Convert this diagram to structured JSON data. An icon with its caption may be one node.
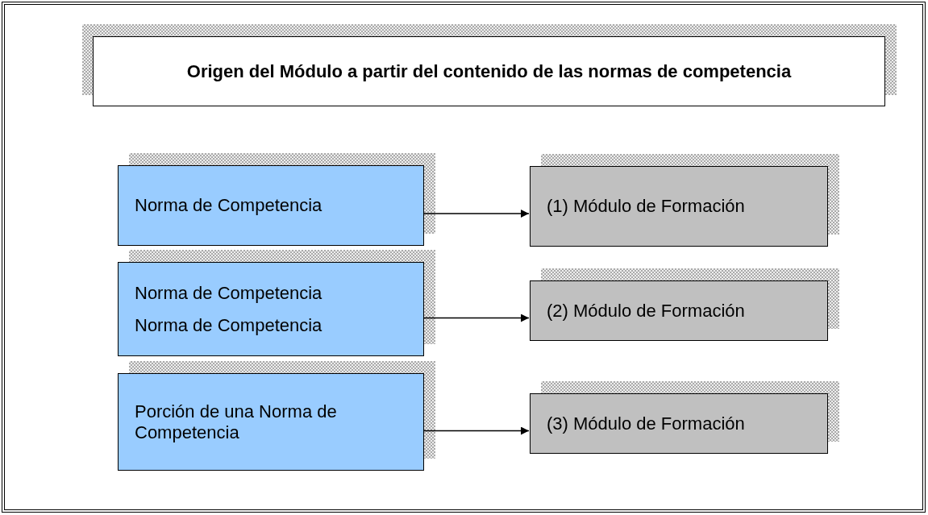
{
  "diagram": {
    "title": "Origen del Módulo a partir del contenido de las normas de competencia",
    "nodes": [
      {
        "text": [
          "Norma de Competencia"
        ]
      },
      {
        "text": [
          "(1) Módulo de Formación"
        ]
      },
      {
        "text": [
          "Norma de Competencia",
          "Norma de Competencia"
        ]
      },
      {
        "text": [
          "(2) Módulo de Formación"
        ]
      },
      {
        "text": [
          "Porción de una Norma de Competencia"
        ]
      },
      {
        "text": [
          "(3) Módulo de Formación"
        ]
      }
    ],
    "edges": [
      {
        "from": 0,
        "to": 1,
        "arrow": "to"
      },
      {
        "from": 2,
        "to": 3,
        "arrow": "to"
      },
      {
        "from": 4,
        "to": 5,
        "arrow": "to"
      }
    ]
  }
}
